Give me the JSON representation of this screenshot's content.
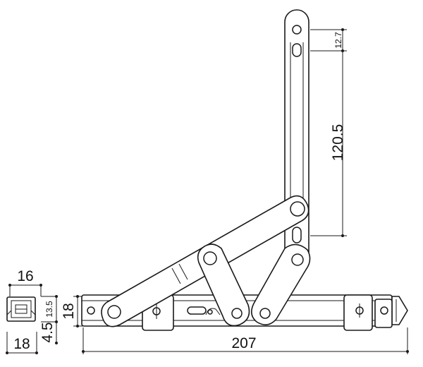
{
  "dimensions": {
    "top_slot_spacing": "12.7",
    "arm_length": "120.5",
    "total_length": "207",
    "profile_height": "18",
    "side_width_top": "16",
    "side_width_bottom": "18",
    "side_height_inner": "13.5",
    "side_offset_bottom": "4.5"
  },
  "colors": {
    "line": "#1a1a1a",
    "background": "#ffffff"
  }
}
